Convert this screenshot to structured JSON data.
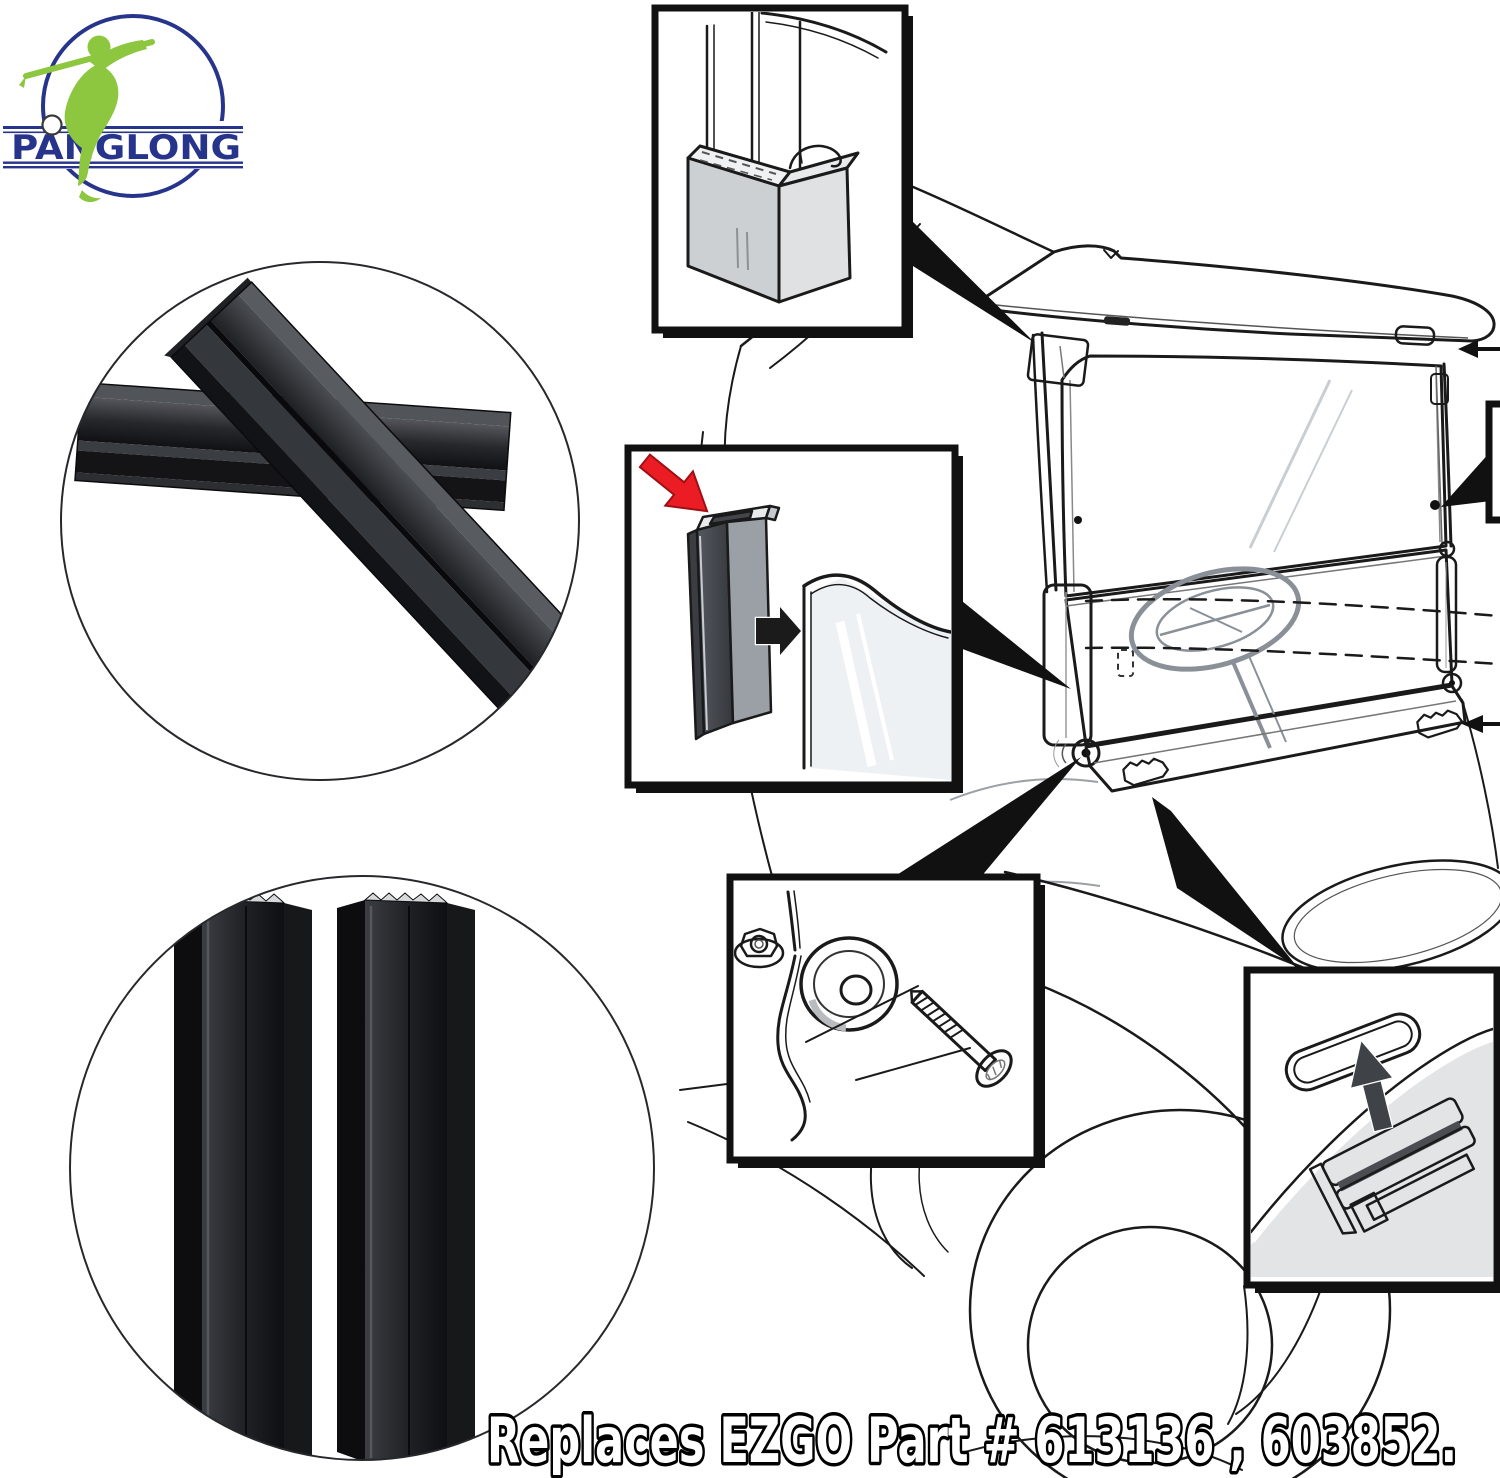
{
  "page": {
    "type": "product-marketing-diagram",
    "background": "#ffffff"
  },
  "brand": {
    "name": "PANGLONG"
  },
  "caption": {
    "text": "Replaces EZGO Part # 613136 , 603852."
  },
  "colors": {
    "logo_blue": "#27348b",
    "logo_green": "#8dc63f",
    "arrow_red": "#ec1c24",
    "line": "#1a1a1a",
    "panel_gray": "#e2e4e6",
    "caption_fill": "#ffffff",
    "caption_outline": "#000000"
  },
  "icons": {
    "logo_golfer": "golfer-swing-icon",
    "logo_ball": "golf-ball-icon",
    "red_arrow": "install-direction-arrow",
    "up_arrow": "insert-upward-arrow",
    "pointer_arrows": "location-pointer-arrow"
  },
  "figures": {
    "photo_top_circle": "two-windshield-clips-crossed",
    "photo_bottom_circle": "two-windshield-clips-upright",
    "callout_top": "corner-clip-on-frame-detail",
    "callout_middle": "side-clip-onto-windshield-detail",
    "callout_bottom_center": "nut-washer-bolt-hinge-detail",
    "callout_bottom_right": "cowl-slot-clip-detail",
    "main_drawing": "golf-cart-windshield-line-diagram"
  }
}
